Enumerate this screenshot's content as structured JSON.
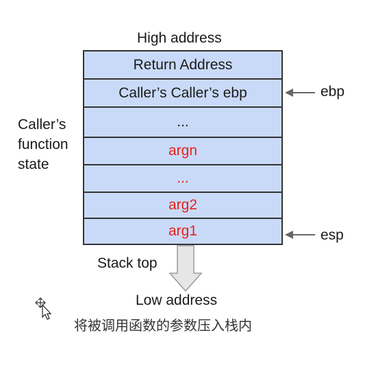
{
  "diagram": {
    "high_address": "High address",
    "low_address": "Low address",
    "stack_top": "Stack top",
    "callers_state": [
      "Caller’s",
      "function",
      "state"
    ],
    "pointers": {
      "ebp": "ebp",
      "esp": "esp"
    },
    "caption": "将被调用函数的参数压入栈内",
    "cells": [
      {
        "label": "Return Address",
        "color": "#1a1a1a"
      },
      {
        "label": "Caller’s Caller’s ebp",
        "color": "#1a1a1a"
      },
      {
        "label": "...",
        "color": "#1a1a1a"
      },
      {
        "label": "argn",
        "color": "#e8211c"
      },
      {
        "label": "...",
        "color": "#e8211c"
      },
      {
        "label": "arg2",
        "color": "#e8211c"
      },
      {
        "label": "arg1",
        "color": "#e8211c"
      }
    ],
    "colors": {
      "stack_fill": "#c9daf8",
      "arg_text": "#e8211c",
      "arrow": "#666666"
    }
  }
}
